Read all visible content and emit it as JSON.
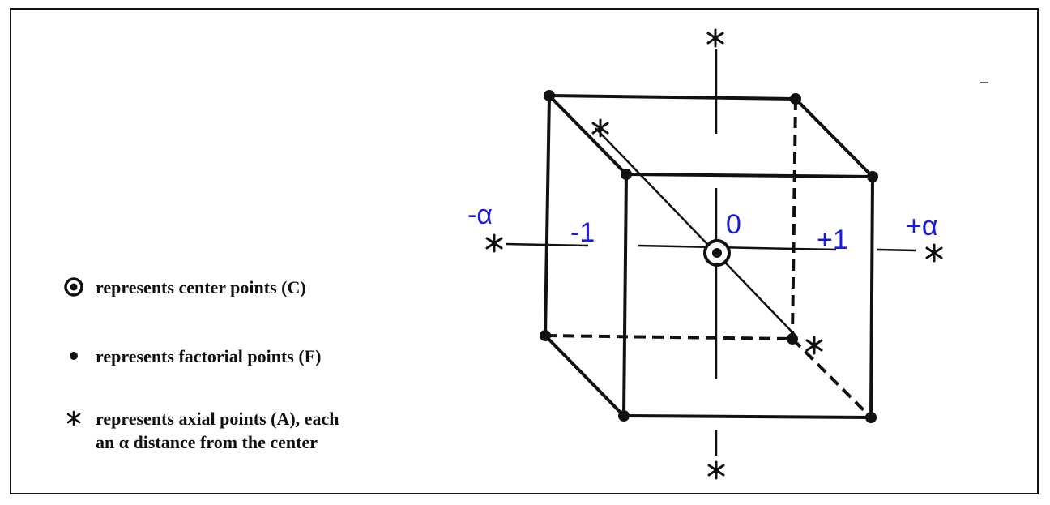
{
  "legend": {
    "center": "represents center points (C)",
    "factorial": "represents factorial points (F)",
    "axial_line1": "represents axial points (A), each",
    "axial_line2": "an α distance from the center"
  },
  "axis_labels": {
    "minus_alpha": "-α",
    "minus_one": "-1",
    "zero": "0",
    "plus_one": "+1",
    "plus_alpha": "+α"
  },
  "colors": {
    "axis_label": "#1a1adb",
    "lines": "#111111"
  }
}
